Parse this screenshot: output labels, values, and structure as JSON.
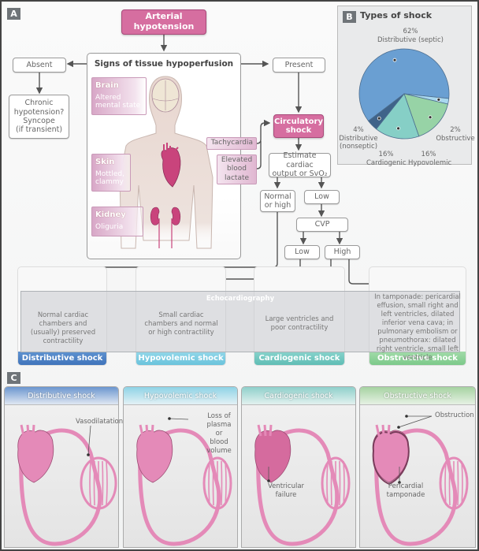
{
  "panel_labels": {
    "a": "A",
    "b": "B",
    "c": "C"
  },
  "colors": {
    "pink": "#d66ea0",
    "distributive": "#4a7fc4",
    "hypovolemic": "#7ccbe0",
    "cardiogenic": "#6fc7c0",
    "obstructive": "#8fd09a",
    "vessel": "#e48ab8"
  },
  "flowchart": {
    "arterial_hypotension": "Arterial hypotension",
    "signs_title": "Signs of tissue hypoperfusion",
    "absent": "Absent",
    "present": "Present",
    "chronic": [
      "Chronic",
      "hypotension?",
      "Syncope",
      "(if transient)"
    ],
    "organs": [
      {
        "name": "Brain",
        "sign": "Altered mental state"
      },
      {
        "name": "Skin",
        "sign": "Mottled, clammy"
      },
      {
        "name": "Kidney",
        "sign": "Oliguria"
      }
    ],
    "tachycardia": "Tachycardia",
    "lactate": [
      "Elevated",
      "blood",
      "lactate"
    ],
    "circulatory_shock": [
      "Circulatory",
      "shock"
    ],
    "estimate": [
      "Estimate cardiac",
      "output or SvO₂"
    ],
    "normal_or_high": [
      "Normal",
      "or high"
    ],
    "low_output": "Low",
    "cvp": "CVP",
    "cvp_low": "Low",
    "cvp_high": "High"
  },
  "echo": {
    "title": "Echocardiography",
    "columns": [
      {
        "shock": "Distributive shock",
        "finding": "Normal cardiac chambers and (usually) preserved contractility"
      },
      {
        "shock": "Hypovolemic shock",
        "finding": "Small cardiac chambers and normal or high contractility"
      },
      {
        "shock": "Cardiogenic shock",
        "finding": "Large ventricles and poor contractility"
      },
      {
        "shock": "Obstructive shock",
        "finding": "In tamponade: pericardial effusion, small right and left ventricles, dilated inferior vena cava; in pulmonary embolism or pneumothorax: dilated right ventricle, small left ventricle"
      }
    ]
  },
  "chart_data": {
    "type": "pie",
    "title": "Types of shock",
    "categories": [
      "Distributive (septic)",
      "Obstructive",
      "Hypovolemic",
      "Cardiogenic",
      "Distributive (nonseptic)"
    ],
    "values": [
      62,
      2,
      16,
      16,
      4
    ],
    "value_labels": [
      "62%",
      "2%",
      "16%",
      "16%",
      "4%"
    ],
    "colors": [
      "#6a9fd2",
      "#a9d8ef",
      "#97d3a6",
      "#86cfc6",
      "#3f6389"
    ],
    "legend": "none"
  },
  "pathophysiology": {
    "panels": [
      {
        "title": "Distributive shock",
        "annotation": [
          "Vasodilatation"
        ]
      },
      {
        "title": "Hypovolemic shock",
        "annotation": [
          "Loss of",
          "plasma or",
          "blood",
          "volume"
        ]
      },
      {
        "title": "Cardiogenic shock",
        "annotation": [
          "Ventricular",
          "failure"
        ]
      },
      {
        "title": "Obstructive shock",
        "annotation": [
          "Obstruction"
        ],
        "annotation2": [
          "Pericardial",
          "tamponade"
        ]
      }
    ]
  }
}
